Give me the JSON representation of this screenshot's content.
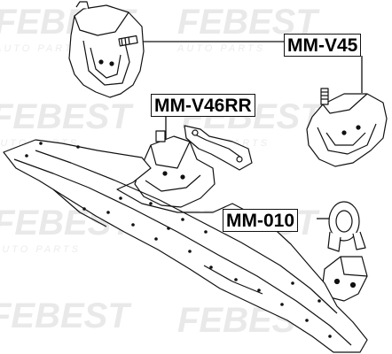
{
  "watermark": {
    "brand": "FEBEST",
    "tagline": "AUTO PARTS",
    "color": "#e9e9e9"
  },
  "parts": [
    {
      "id": "mm-v45",
      "label": "MM-V45"
    },
    {
      "id": "mm-v46rr",
      "label": "MM-V46RR"
    },
    {
      "id": "mm-010",
      "label": "MM-010"
    }
  ],
  "colors": {
    "line": "#111111",
    "label_text": "#000000",
    "background": "#ffffff"
  }
}
